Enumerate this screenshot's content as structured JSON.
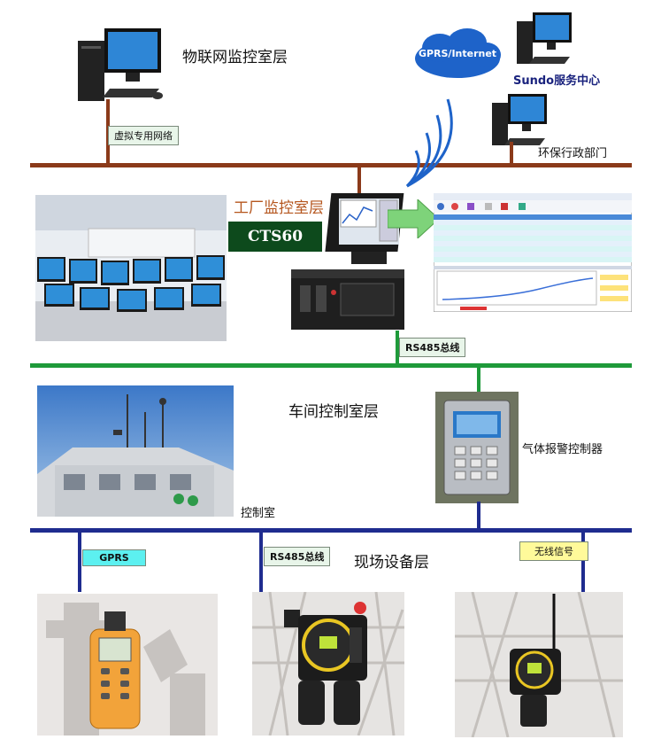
{
  "layers": {
    "iot": "物联网监控室层",
    "factory": "工厂监控室层",
    "workshop": "车间控制室层",
    "field": "现场设备层"
  },
  "labels": {
    "vpn": "虚拟专用网络",
    "gprs_cloud": "GPRS/Internet",
    "sundo": "Sundo服务中心",
    "env": "环保行政部门",
    "cts60": "CTS60",
    "rs485_top": "RS485总线",
    "control_room": "控制室",
    "gas_controller": "气体报警控制器",
    "gprs_tag": "GPRS",
    "rs485_field": "RS485总线",
    "wireless_tag": "无线信号"
  },
  "colors": {
    "bus_brown": "#8b3a1a",
    "bus_green": "#1e9a3a",
    "bus_blue": "#1f2c8f",
    "cts_bg": "#0d4a1c",
    "cloud": "#1e63c9",
    "factory_text": "#b5561e",
    "navy_text": "#1a237e"
  }
}
